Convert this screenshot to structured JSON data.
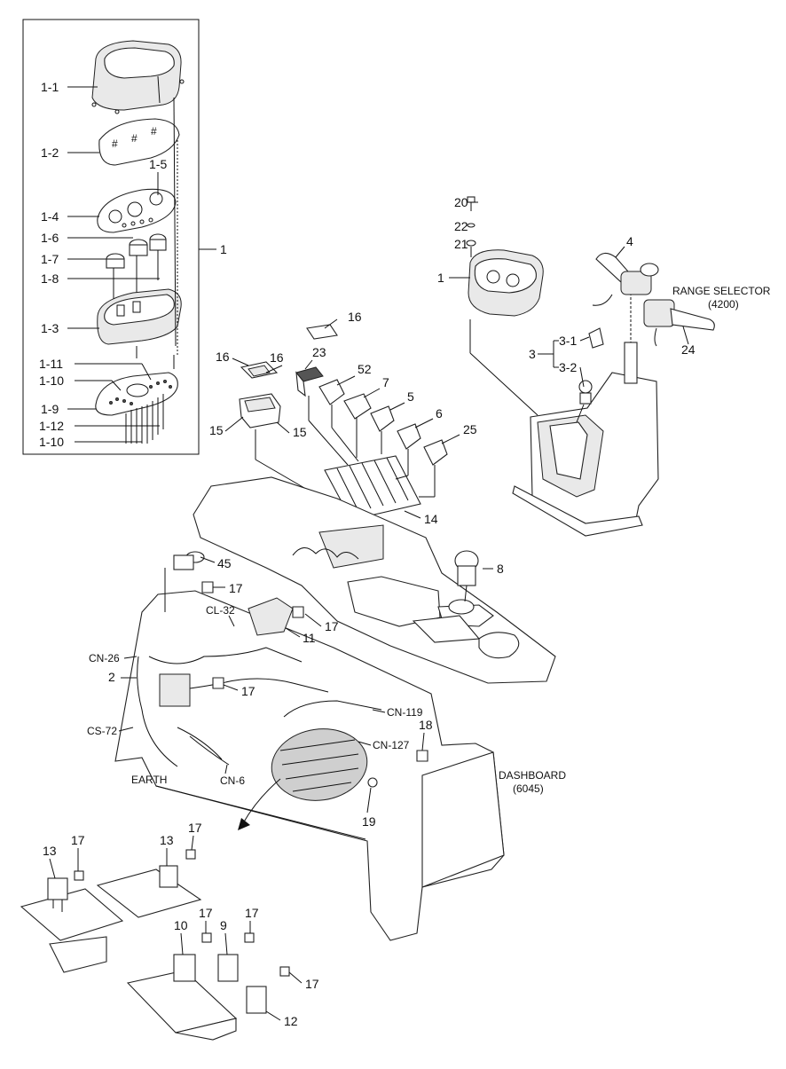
{
  "inset_labels": [
    "1-1",
    "1-2",
    "1-5",
    "1-4",
    "1-6",
    "1-7",
    "1-8",
    "1-3",
    "1-11",
    "1-10",
    "1-9",
    "1-12",
    "1-10"
  ],
  "group_1_label": "1",
  "console_labels": {
    "screw": "20",
    "washer_a": "22",
    "washer_b": "21",
    "cluster": "1",
    "lever": "4",
    "range_selector_name": "RANGE SELECTOR",
    "range_selector_code": "(4200)",
    "range_selector_part": "24",
    "switch_group": "3",
    "switch_a": "3-1",
    "switch_b": "3-2"
  },
  "switch_labels": {
    "plate_top": "16",
    "plate_left": "16",
    "plate_mid": "16",
    "switch_23": "23",
    "switch_52": "52",
    "switch_7": "7",
    "switch_5": "5",
    "switch_6": "6",
    "switch_25": "25",
    "holder_left": "15",
    "holder_right": "15",
    "panel": "14",
    "gauge": "8"
  },
  "panel_labels": {
    "buzzer": "45",
    "bolt_a": "17",
    "connector_cl32": "CL-32",
    "bolt_b": "17",
    "flasher": "11",
    "connector_cn26": "CN-26",
    "harness": "2",
    "bolt_c": "17",
    "connector_cn119": "CN-119",
    "connector_cs72": "CS-72",
    "connector_cn127": "CN-127",
    "bolt_d": "18",
    "dashboard_name": "DASHBOARD",
    "dashboard_code": "(6045)",
    "earth": "EARTH",
    "connector_cn6": "CN-6",
    "fuse_box": "19"
  },
  "relay_labels": {
    "relay_13a": "13",
    "bolt_17a": "17",
    "relay_13b": "13",
    "bolt_17b": "17",
    "relay_10": "10",
    "bolt_17c": "17",
    "relay_9": "9",
    "bolt_17d": "17",
    "bolt_17e": "17",
    "relay_12": "12"
  }
}
